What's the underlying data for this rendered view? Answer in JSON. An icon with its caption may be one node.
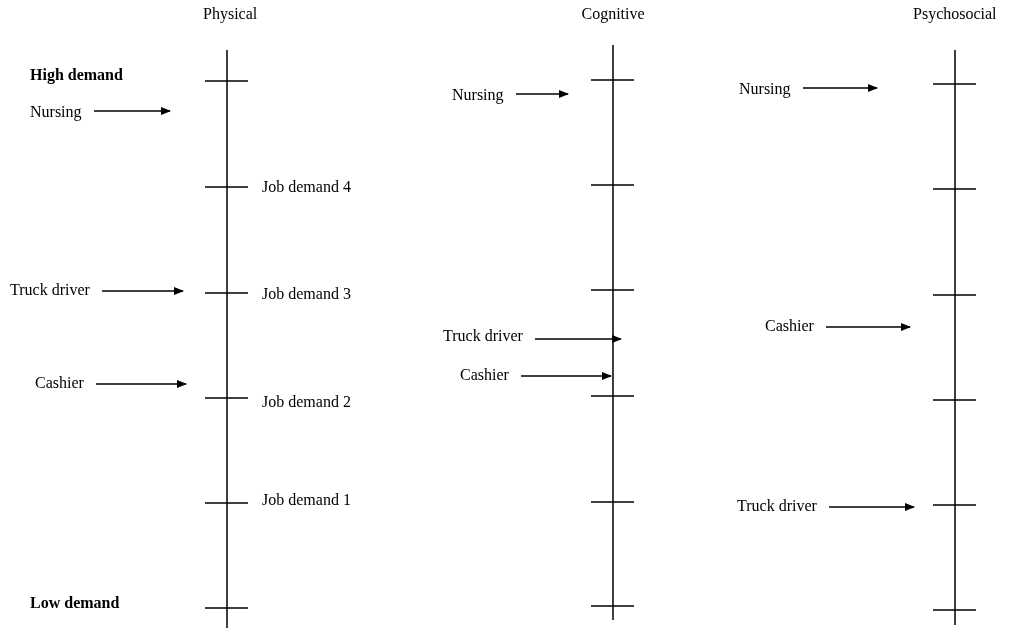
{
  "diagram": {
    "nodes": [
      {
        "text": [
          "Nursing"
        ]
      },
      {
        "text": [
          "Truck driver"
        ]
      },
      {
        "text": [
          "Cashier"
        ]
      },
      {
        "text": [
          "Nursing"
        ]
      },
      {
        "text": [
          "Truck driver"
        ]
      },
      {
        "text": [
          "Cashier"
        ]
      },
      {
        "text": [
          "Nursing"
        ]
      },
      {
        "text": [
          "Cashier"
        ]
      },
      {
        "text": [
          "Truck driver"
        ]
      }
    ],
    "edges": [
      {
        "from": 0,
        "to": null,
        "arrow": "to"
      },
      {
        "from": 1,
        "to": null,
        "arrow": "to"
      },
      {
        "from": 2,
        "to": null,
        "arrow": "to"
      },
      {
        "from": 3,
        "to": null,
        "arrow": "to"
      },
      {
        "from": 4,
        "to": null,
        "arrow": "to"
      },
      {
        "from": 5,
        "to": null,
        "arrow": "to"
      },
      {
        "from": 6,
        "to": null,
        "arrow": "to"
      },
      {
        "from": 7,
        "to": null,
        "arrow": "to"
      },
      {
        "from": 8,
        "to": null,
        "arrow": "to"
      }
    ],
    "labels": [
      "Physical",
      "Cognitive",
      "Psychosocial",
      "High demand",
      "Job demand 4",
      "Job demand 3",
      "Job demand 2",
      "Job demand 1",
      "Low demand"
    ]
  }
}
